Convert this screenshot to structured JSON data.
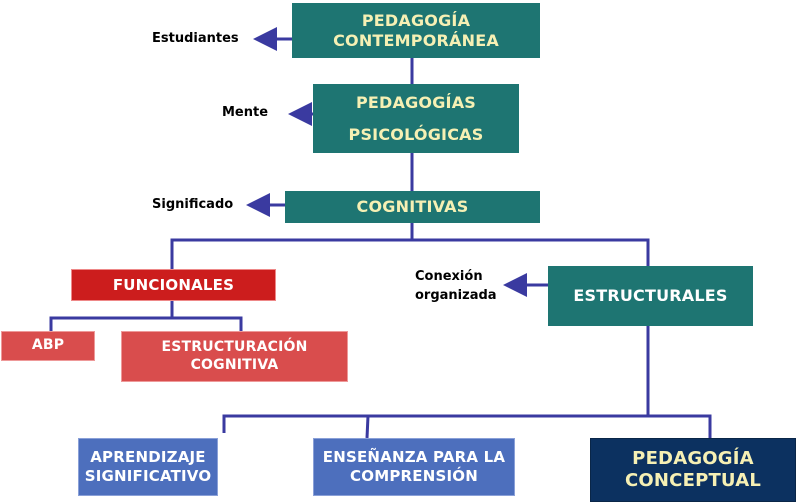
{
  "nodes": {
    "root": {
      "line1": "PEDAGOGÍA",
      "line2": "CONTEMPORÁNEA"
    },
    "psicologicas": {
      "line1": "PEDAGOGÍAS",
      "line2": "PSICOLÓGICAS"
    },
    "cognitivas": "COGNITIVAS",
    "funcionales": "FUNCIONALES",
    "abp": "ABP",
    "estructuracion": {
      "line1": "ESTRUCTURACIÓN",
      "line2": "COGNITIVA"
    },
    "estructurales": "ESTRUCTURALES",
    "aprendizaje": {
      "line1": "APRENDIZAJE",
      "line2": "SIGNIFICATIVO"
    },
    "ensenanza": {
      "line1": "ENSEÑANZA PARA LA",
      "line2": "COMPRENSIÓN"
    },
    "conceptual": {
      "line1": "PEDAGOGÍA",
      "line2": "CONCEPTUAL"
    }
  },
  "labels": {
    "estudiantes": "Estudiantes",
    "mente": "Mente",
    "significado": "Significado",
    "conexion": {
      "line1": "Conexión",
      "line2": "organizada"
    }
  },
  "colors": {
    "teal": "#1e7572",
    "red": "#cc1d1d",
    "light_red": "#d94d4d",
    "blue": "#4d6fbd",
    "navy": "#0c3160",
    "connector": "#3a3aa0"
  }
}
